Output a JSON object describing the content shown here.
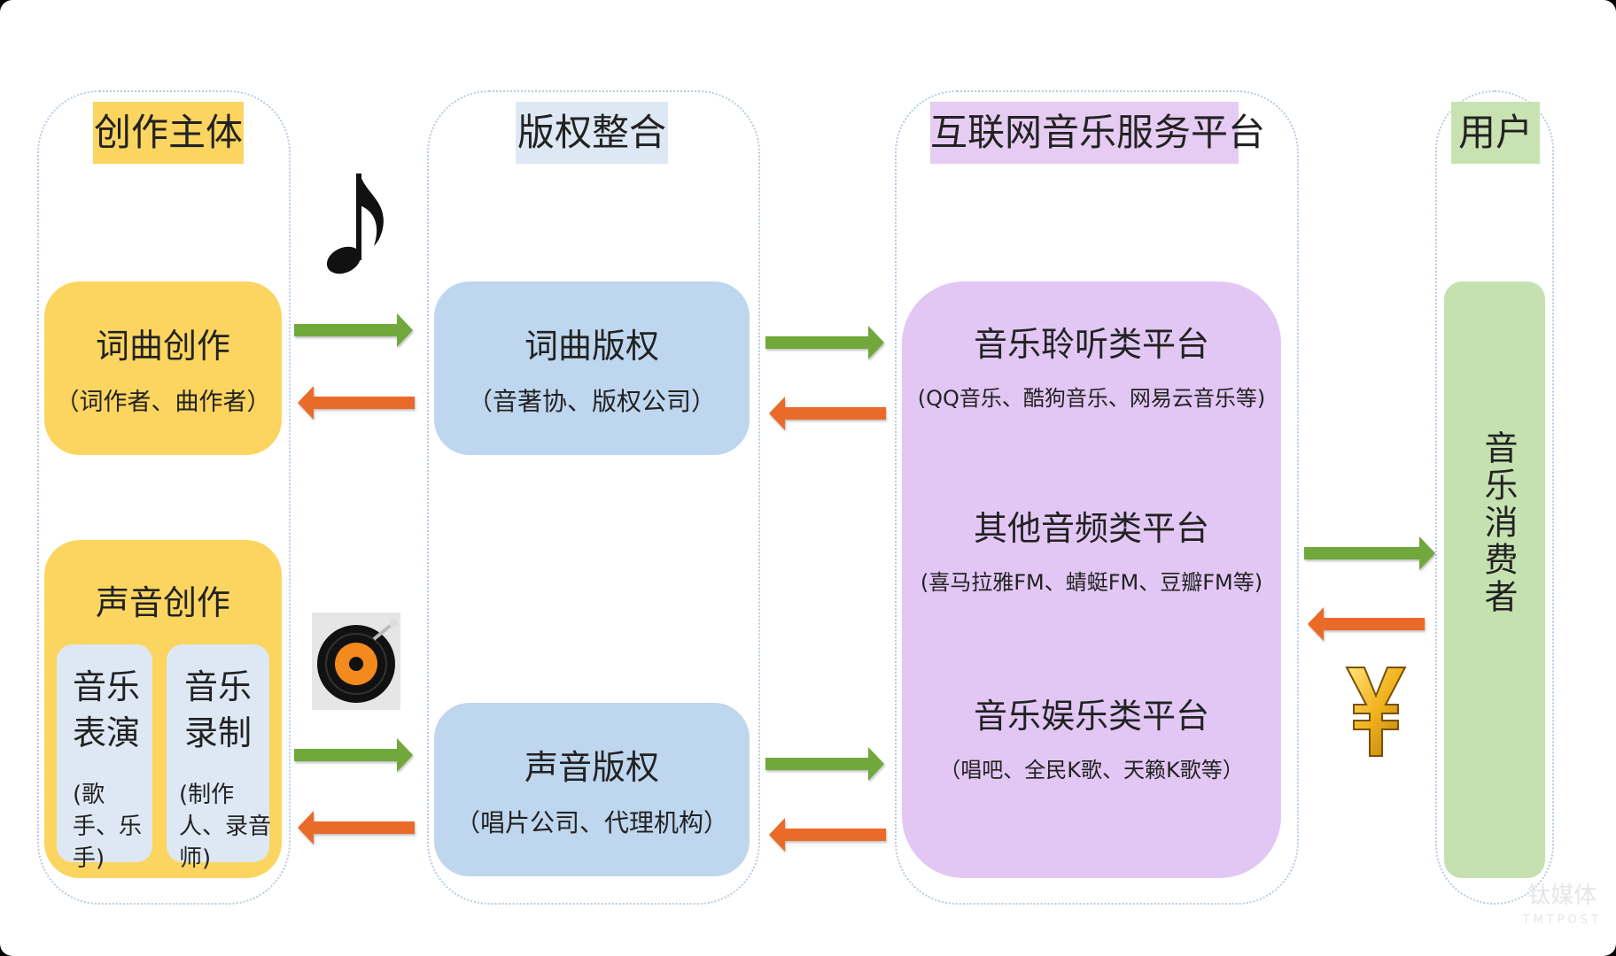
{
  "columns": {
    "creation": {
      "title": "创作主体",
      "lyrics_box": {
        "title": "词曲创作",
        "sub": "（词作者、曲作者）"
      },
      "sound_box": {
        "title": "声音创作",
        "performance": {
          "title": "音乐表演",
          "sub": "(歌手、乐手)"
        },
        "recording": {
          "title": "音乐录制",
          "sub": "(制作人、录音师)"
        }
      }
    },
    "copyright": {
      "title": "版权整合",
      "lyrics_box": {
        "title": "词曲版权",
        "sub": "（音著协、版权公司）"
      },
      "sound_box": {
        "title": "声音版权",
        "sub": "（唱片公司、代理机构）"
      }
    },
    "platform": {
      "title": "互联网音乐服务平台",
      "items": [
        {
          "title": "音乐聆听类平台",
          "sub": "(QQ音乐、酷狗音乐、网易云音乐等)"
        },
        {
          "title": "其他音频类平台",
          "sub": "(喜马拉雅FM、蜻蜓FM、豆瓣FM等)"
        },
        {
          "title": "音乐娱乐类平台",
          "sub": "（唱吧、全民K歌、天籁K歌等）"
        }
      ]
    },
    "user": {
      "title": "用户",
      "consumer": "音乐消费者"
    }
  },
  "icons": {
    "note": "music-note-icon",
    "record": "vinyl-record-icon",
    "yen": "yen-icon"
  },
  "watermark": {
    "cn": "钛媒体",
    "en": "TMTPOST"
  },
  "colors": {
    "creation_title_bg": "#fbd560",
    "creation_box": "#fbd560",
    "copyright_title_bg": "#dde8f4",
    "copyright_box": "#bed6ee",
    "platform_title_bg": "#e6ccf2",
    "platform_box": "#e2c7f4",
    "user_title_bg": "#c9e2b2",
    "user_box": "#c6e1b0",
    "forward_arrow": "#6fa83a",
    "back_arrow": "#ea6a2b"
  }
}
